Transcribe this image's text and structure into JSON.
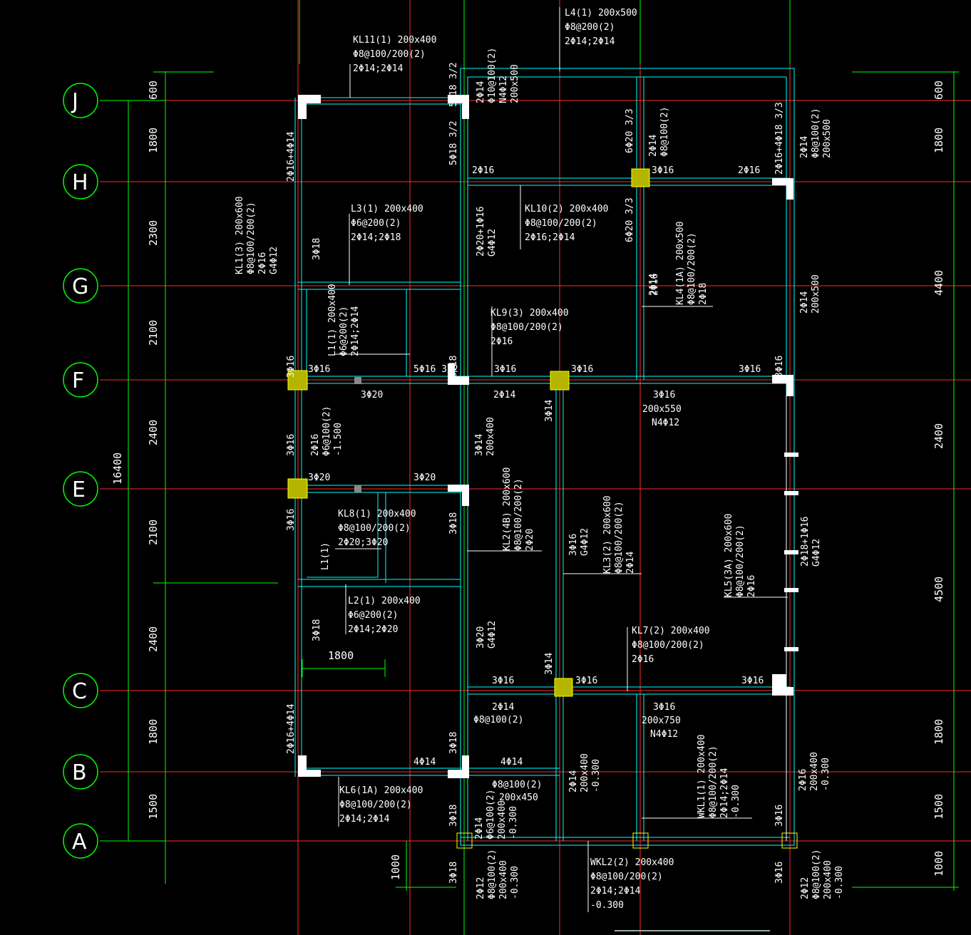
{
  "axes": {
    "rows": [
      "J",
      "H",
      "G",
      "F",
      "E",
      "C",
      "B",
      "A"
    ],
    "dims_left": [
      "600",
      "1800",
      "2300",
      "2100",
      "2400",
      "2100",
      "2400",
      "1800",
      "1500",
      "1000"
    ],
    "total_left": "16400",
    "dims_right": [
      "600",
      "1800",
      "4400",
      "2400",
      "4500",
      "1800",
      "1500",
      "1000"
    ],
    "bottom_dim": "1000",
    "mid_dim": "1800"
  },
  "beams": {
    "kl11": [
      "KL11(1) 200x400",
      "Φ8@100/200(2)",
      "2Φ14;2Φ14"
    ],
    "l4": [
      "L4(1) 200x500",
      "Φ8@200(2)",
      "2Φ14;2Φ14"
    ],
    "l3": [
      "L3(1) 200x400",
      "Φ6@200(2)",
      "2Φ14;2Φ18"
    ],
    "kl10": [
      "KL10(2) 200x400",
      "Φ8@100/200(2)",
      "2Φ16;2Φ14"
    ],
    "kl1": [
      "KL1(3) 200x600",
      "Φ8@100/200(2)",
      "2Φ16",
      "G4Φ12"
    ],
    "kl4": [
      "KL4(1A) 200x500",
      "Φ8@100/200(2)",
      "2Φ18"
    ],
    "l1a": [
      "L1(1) 200x400",
      "Φ6@200(2)",
      "2Φ14;2Φ14"
    ],
    "kl9": [
      "KL9(3) 200x400",
      "Φ8@100/200(2)",
      "2Φ16"
    ],
    "kl8": [
      "KL8(1) 200x400",
      "Φ8@100/200(2)",
      "2Φ20;3Φ20"
    ],
    "kl2": [
      "KL2(4B) 200x600",
      "Φ8@100/200(2)",
      "2Φ20"
    ],
    "kl3": [
      "KL3(2) 200x600",
      "Φ8@100/200(2)",
      "2Φ14"
    ],
    "kl5": [
      "KL5(3A) 200x600",
      "Φ8@100/200(2)",
      "2Φ16"
    ],
    "l2": [
      "L2(1) 200x400",
      "Φ6@200(2)",
      "2Φ14;2Φ20"
    ],
    "kl7": [
      "KL7(2) 200x400",
      "Φ8@100/200(2)",
      "2Φ16"
    ],
    "kl6": [
      "KL6(1A) 200x400",
      "Φ8@100/200(2)",
      "2Φ14;2Φ14"
    ],
    "wkl2": [
      "WKL2(2) 200x400",
      "Φ8@100/200(2)",
      "2Φ14;2Φ14",
      "-0.300"
    ],
    "wkl1": [
      "WKL1(1) 200x400",
      "Φ8@100/200(2)",
      "2Φ14;2Φ14",
      "-0.300"
    ]
  },
  "labels": {
    "h1": "3Φ16",
    "h2": "3Φ20",
    "h3": "2Φ14",
    "h4": "3Φ16",
    "h5": "200x550",
    "h6": "N4Φ12",
    "h7": "5Φ16  3/2",
    "h8": "3Φ16",
    "h9": "3Φ16",
    "h10": "2Φ16",
    "h11": "3Φ16",
    "h12": "2Φ16",
    "h13": "3Φ20",
    "h14": "3Φ20",
    "h15": "3Φ16",
    "h16": "3Φ16",
    "h17": "3Φ16",
    "h18": "2Φ14",
    "h19": "Φ8@100(2)",
    "h20": "3Φ16",
    "h21": "200x750",
    "h22": "N4Φ12",
    "h23": "4Φ14",
    "h24": "4Φ14",
    "h25": "Φ8@100(2)",
    "h26": "200x450",
    "h27": "3Φ16",
    "v1": "5Φ18  3/2",
    "v2": "5Φ18  3/2",
    "v3": "2Φ16+4Φ14",
    "v4": "3Φ18",
    "v5": "6Φ20  3/3",
    "v6": "6Φ20  3/3",
    "v7": "2Φ16+4Φ18  3/3",
    "v8": "3Φ18",
    "v9": "3Φ16",
    "v10": "2Φ14",
    "v11": "3Φ16",
    "v12": "3Φ18",
    "v13": "3Φ16",
    "v14": "3Φ18",
    "v15": "3Φ14",
    "v16": "3Φ14",
    "v17": "2Φ16+4Φ14",
    "v18": "3Φ18",
    "v19": "3Φ18",
    "v20": "3Φ16",
    "v21": "3Φ18",
    "v22": "3Φ16",
    "v23": "3Φ16",
    "c1": [
      "2Φ14",
      "Φ10@100(2)",
      "N4Φ12",
      "200x500"
    ],
    "c2": [
      "2Φ14",
      "Φ8@100(2)"
    ],
    "c3": [
      "2Φ14",
      "Φ8@100(2)",
      "200x500"
    ],
    "c4": [
      "2Φ20+1Φ16",
      "G4Φ12"
    ],
    "c5": [
      "2Φ16"
    ],
    "c6": [
      "2Φ14",
      "200x500"
    ],
    "c7": [
      "2Φ16",
      "Φ6@100(2)",
      "-1.500"
    ],
    "c8": [
      "3Φ14",
      "200x400"
    ],
    "c9": [
      "3Φ16",
      "G4Φ12"
    ],
    "c10": [
      "2Φ18+1Φ16",
      "G4Φ12"
    ],
    "c11": [
      "L1(1)"
    ],
    "c12": [
      "3Φ20",
      "G4Φ12"
    ],
    "c13": [
      "2Φ14",
      "200x400",
      "-0.300"
    ],
    "c14": [
      "2Φ14",
      "Φ6@100(2)",
      "200x400",
      "-0.300"
    ],
    "c15": [
      "2Φ16",
      "200x400",
      "-0.300"
    ],
    "c16": [
      "2Φ12",
      "Φ8@100(2)",
      "200x400",
      "-0.300"
    ],
    "c17": [
      "2Φ12",
      "Φ8@100(2)",
      "200x400",
      "-0.300"
    ]
  },
  "colors": {
    "grid": "#ff2a2a",
    "beam": "#00ffff",
    "dim": "#00ff00",
    "column": "#ffffff",
    "column_alt": "#b5b500"
  }
}
